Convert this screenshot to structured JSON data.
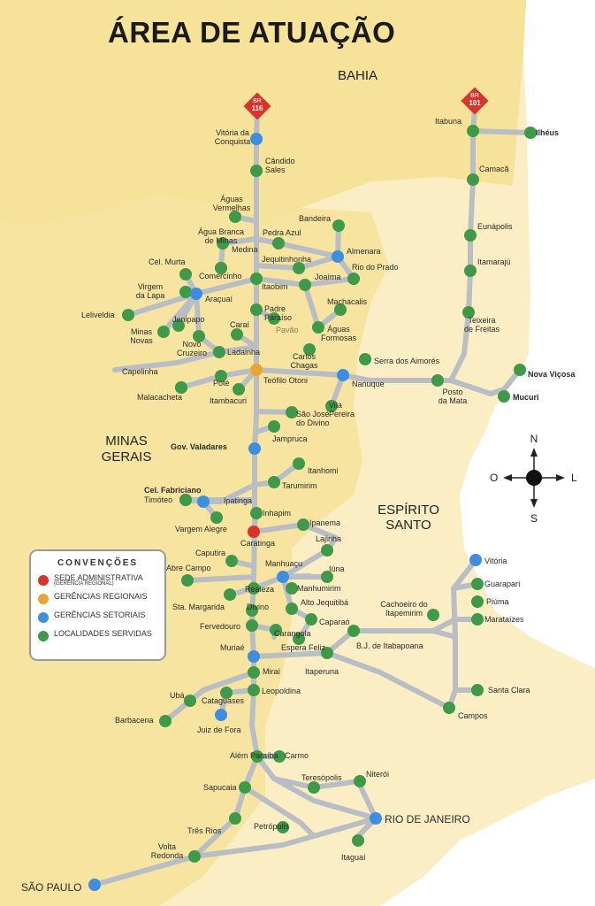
{
  "title": "ÁREA DE ATUAÇÃO",
  "states": {
    "bahia": "BAHIA",
    "minas_gerais": [
      "MINAS",
      "GERAIS"
    ],
    "espirito_santo": [
      "ESPÍRITO",
      "SANTO"
    ]
  },
  "highways": {
    "br116": [
      "BR",
      "116"
    ],
    "br101": [
      "BR",
      "101"
    ]
  },
  "compass": {
    "n": "N",
    "s": "S",
    "l": "L",
    "o": "O"
  },
  "legend": {
    "title": "CONVENÇÕES",
    "items": [
      {
        "label": "SEDE ADMINISTRATIVA",
        "sub": "(GERÊNCIA REGIONAL)",
        "color": "#d9332b"
      },
      {
        "label": "GERÊNCIAS REGIONAIS",
        "sub": "",
        "color": "#e8a531"
      },
      {
        "label": "GERÊNCIAS SETORIAIS",
        "sub": "",
        "color": "#3d8de0"
      },
      {
        "label": "LOCALIDADES SERVIDAS",
        "sub": "",
        "color": "#3e9a48"
      }
    ]
  },
  "colors": {
    "sede": "#d9332b",
    "regional": "#e8a531",
    "setorial": "#3d8de0",
    "servida": "#3e9a48",
    "road": "#b9bec4",
    "land_light": "#fbeec4",
    "land_dark": "#f5df91"
  },
  "places": {
    "vitoria_conquista": [
      "Vitória da",
      "Conquista"
    ],
    "candido_sales": [
      "Cândido",
      "Sales"
    ],
    "aguas_vermelhas": [
      "Águas",
      "Vermelhas"
    ],
    "agua_branca": [
      "Água Branca",
      "de Minas"
    ],
    "medina": "Medina",
    "pedra_azul": "Pedra Azul",
    "bandeira": "Bandeira",
    "almenara": "Almenara",
    "rio_do_prado": "Rio do Prado",
    "cel_murta": "Cel. Murta",
    "comercinho": "Comercinho",
    "jequitinhonha": "Jequitinhonha",
    "joaima": "Joaíma",
    "itaobim": "Itaobim",
    "virgem_lapa": [
      "Virgem",
      "da Lapa"
    ],
    "aracuai": "Araçuaí",
    "leliveldia": "Leliveldia",
    "jenipapo": "Jenipapo",
    "minas_novas": [
      "Minas",
      "Novas"
    ],
    "novo_cruzeiro": [
      "Novo",
      "Cruzeiro"
    ],
    "ladainha": "Ladainha",
    "carai": "Caraí",
    "padre_paraiso": [
      "Padre",
      "Paraíso"
    ],
    "pavao": "Pavão",
    "machacalis": "Machacalis",
    "aguas_formosas": [
      "Águas",
      "Formosas"
    ],
    "carlos_chagas": [
      "Carlos",
      "Chagas"
    ],
    "serra_aimores": "Serra dos Aimorés",
    "capelinha": "Capelinha",
    "pote": "Poté",
    "teofilo_otoni": "Teófilo Otoni",
    "nanuque": "Nanuque",
    "posto_mata": [
      "Posto",
      "da Mata"
    ],
    "malacacheta": "Malacacheta",
    "itambacuri": "Itambacuri",
    "vila_pereira": [
      "Vila",
      "Pereira"
    ],
    "sao_jose_divino": [
      "São José",
      "do Divino"
    ],
    "jampruca": "Jampruca",
    "gov_valadares": "Gov. Valadares",
    "itanhomi": "Itanhomi",
    "tarumirim": "Tarumirim",
    "cel_fabriciano": "Cel. Fabriciano",
    "timoteo": "Timóteo",
    "ipatinga": "Ipatinga",
    "inhapim": "Inhapim",
    "vargem_alegre": "Vargem Alegre",
    "caratinga": "Caratinga",
    "ipanema": "Ipanema",
    "lajinha": "Lajinha",
    "caputira": "Caputira",
    "abre_campo": "Abre Campo",
    "manhuacu": "Manhuaçu",
    "iuna": "Iúna",
    "realeza": "Realeza",
    "manhumirim": "Manhumirim",
    "sta_margarida": "Sta. Margarida",
    "divino": "Divino",
    "alto_jequitiba": "Alto Jequitibá",
    "fervedouro": "Fervedouro",
    "caparao": "Caparaó",
    "carangola": "Carangola",
    "espera_feliz": "Espera Feliz",
    "muriae": "Muriaé",
    "mirai": "Miraí",
    "itaperuna": "Itaperuna",
    "bj_itabapoana": "B.J. de Itabapoana",
    "leopoldina": "Leopoldina",
    "uba": "Ubá",
    "cataguases": "Cataguases",
    "barbacena": "Barbacena",
    "juiz_de_fora": "Juiz de Fora",
    "alem_paraiba": "Além Paraíba",
    "carmo": "Carmo",
    "teresopolis": "Teresópolis",
    "niteroi": "Niterói",
    "sapucaia": "Sapucaia",
    "rio_de_janeiro": "RIO DE JANEIRO",
    "tres_rios": "Três Rios",
    "petropolis": "Petrópolis",
    "volta_redonda": [
      "Volta",
      "Redonda"
    ],
    "itaguai": "Itaguaí",
    "sao_paulo": "SÃO PAULO",
    "itabuna": "Itabuna",
    "ilheus": "Ilhéus",
    "camaca": "Camacã",
    "eunapolis": "Eunápolis",
    "itamaraju": "Itamarajú",
    "teixeira_freitas": [
      "Teixeira",
      "de Freitas"
    ],
    "nova_vicosa": "Nova Viçosa",
    "mucuri": "Mucuri",
    "vitoria": "Vitória",
    "guarapari": "Guaraparí",
    "piuma": "Piúma",
    "marataizes": "Marataízes",
    "cachoeiro": [
      "Cachoeiro do",
      "Itapemirim"
    ],
    "santa_clara": "Santa Clara",
    "campos": "Campos"
  }
}
